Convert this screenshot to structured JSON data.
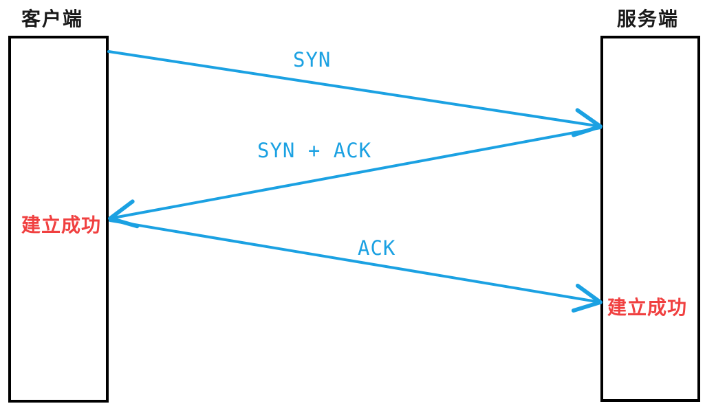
{
  "diagram": {
    "title_semantic": "TCP three-way handshake sequence diagram",
    "client": {
      "title": "客户端",
      "status": "建立成功"
    },
    "server": {
      "title": "服务端",
      "status": "建立成功"
    },
    "messages": [
      {
        "label": "SYN",
        "from": "client",
        "to": "server"
      },
      {
        "label": "SYN + ACK",
        "from": "server",
        "to": "client"
      },
      {
        "label": "ACK",
        "from": "client",
        "to": "server"
      }
    ],
    "colors": {
      "arrow": "#1BA1E2",
      "status": "#F04040",
      "box_border": "#000000",
      "background": "#FFFFFF"
    }
  }
}
